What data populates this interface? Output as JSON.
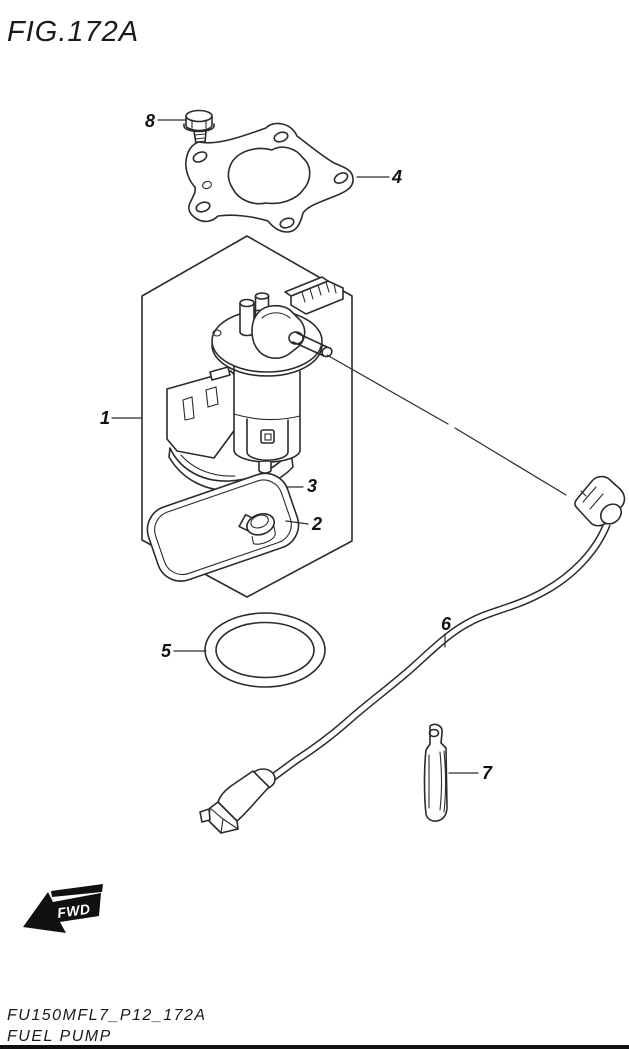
{
  "page": {
    "title": "FIG.172A",
    "footer_code": "FU150MFL7_P12_172A",
    "footer_title": "FUEL PUMP",
    "fwd_label": "FWD",
    "background_color": "#ffffff",
    "line_color": "#2b2b2b",
    "text_color": "#1a1a1a"
  },
  "diagram": {
    "figure_number": "172A",
    "callout_labels": [
      "1",
      "2",
      "3",
      "4",
      "5",
      "6",
      "7",
      "8"
    ]
  }
}
